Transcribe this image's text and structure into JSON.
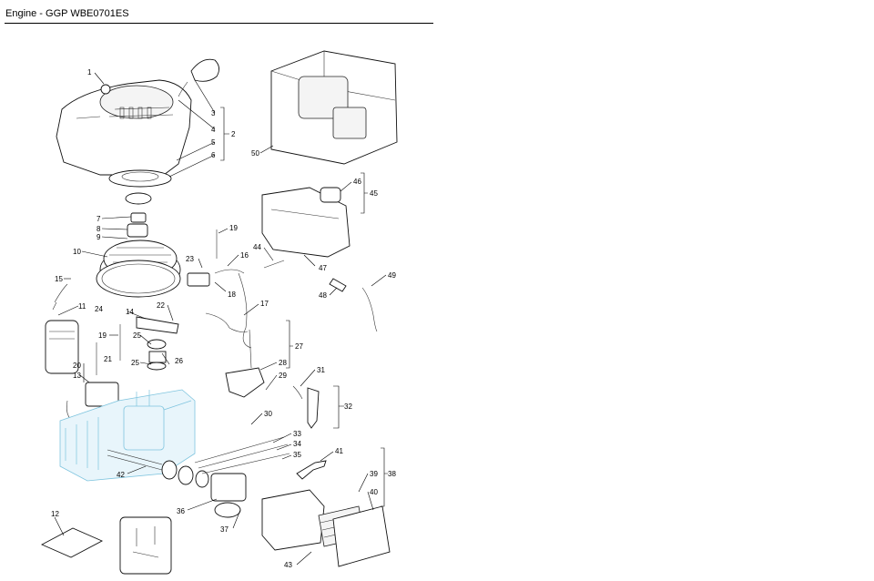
{
  "header": {
    "title": "Engine - GGP WBE0701ES"
  },
  "callouts": {
    "c1": "1",
    "c2": "2",
    "c3": "3",
    "c4": "4",
    "c5": "5",
    "c6": "6",
    "c7": "7",
    "c8": "8",
    "c9": "9",
    "c10": "10",
    "c11": "11",
    "c12": "12",
    "c13": "13",
    "c14": "14",
    "c15": "15",
    "c16": "16",
    "c17": "17",
    "c18": "18",
    "c19a": "19",
    "c19b": "19",
    "c20": "20",
    "c21": "21",
    "c22": "22",
    "c23": "23",
    "c24": "24",
    "c25a": "25",
    "c25b": "25",
    "c26": "26",
    "c27": "27",
    "c28": "28",
    "c29": "29",
    "c30": "30",
    "c31": "31",
    "c32": "32",
    "c33": "33",
    "c34": "34",
    "c35": "35",
    "c36": "36",
    "c37": "37",
    "c38": "38",
    "c39": "39",
    "c40": "40",
    "c41": "41",
    "c42": "42",
    "c43": "43",
    "c44": "44",
    "c45": "45",
    "c46": "46",
    "c47": "47",
    "c48": "48",
    "c49": "49",
    "c50": "50"
  },
  "colors": {
    "ghost_fill": "#e8f5fb",
    "ghost_stroke": "#7ec4de",
    "line": "#000000"
  }
}
